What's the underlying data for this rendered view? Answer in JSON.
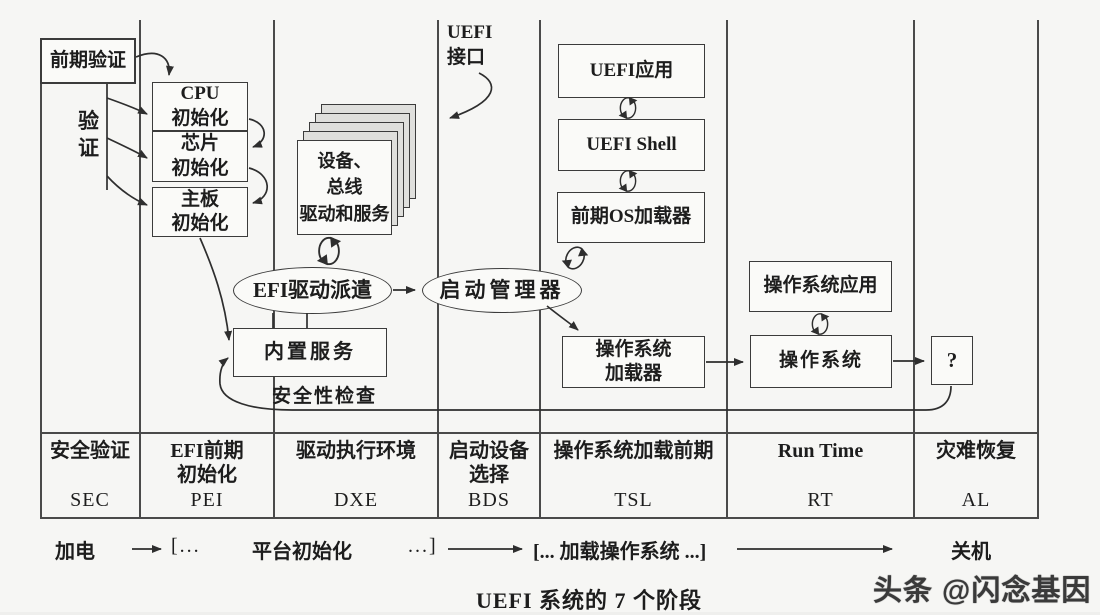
{
  "nodes": {
    "pre_verification": "前期验证",
    "verification": "验证",
    "cpu_init_l1": "CPU",
    "cpu_init_l2": "初始化",
    "chip_init_l1": "芯片",
    "chip_init_l2": "初始化",
    "board_init_l1": "主板",
    "board_init_l2": "初始化",
    "device_stack_l1": "设备、",
    "device_stack_l2": "总线",
    "device_stack_l3": "驱动和服务",
    "efi_dispatch": "EFI驱动派遣",
    "boot_manager": "启动管理器",
    "builtin_services": "内置服务",
    "security_check": "安全性检查",
    "uefi_interface_l1": "UEFI",
    "uefi_interface_l2": "接口",
    "uefi_app": "UEFI应用",
    "uefi_shell": "UEFI Shell",
    "pre_os_loader": "前期OS加载器",
    "os_loader_l1": "操作系统",
    "os_loader_l2": "加载器",
    "os_app": "操作系统应用",
    "os": "操作系统",
    "unknown": "?"
  },
  "phases": [
    {
      "line1": "安全验证",
      "abbr": "SEC"
    },
    {
      "line1": "EFI前期",
      "line2": "初始化",
      "abbr": "PEI"
    },
    {
      "line1": "驱动执行环境",
      "abbr": "DXE"
    },
    {
      "line1": "启动设备",
      "line2": "选择",
      "abbr": "BDS"
    },
    {
      "line1": "操作系统加载前期",
      "abbr": "TSL"
    },
    {
      "line1": "Run Time",
      "abbr": "RT"
    },
    {
      "line1": "灾难恢复",
      "abbr": "AL"
    }
  ],
  "timeline": {
    "power_on": "加电",
    "bracket_open": "[...",
    "platform_init": "平台初始化",
    "bracket_close": "...]",
    "load_os": "[... 加载操作系统 ...]",
    "shutdown": "关机"
  },
  "caption": "UEFI 系统的 7 个阶段",
  "watermark": "头条 @闪念基因",
  "colors": {
    "ink": "#2e2e2e",
    "paper": "#f6f6f4"
  }
}
